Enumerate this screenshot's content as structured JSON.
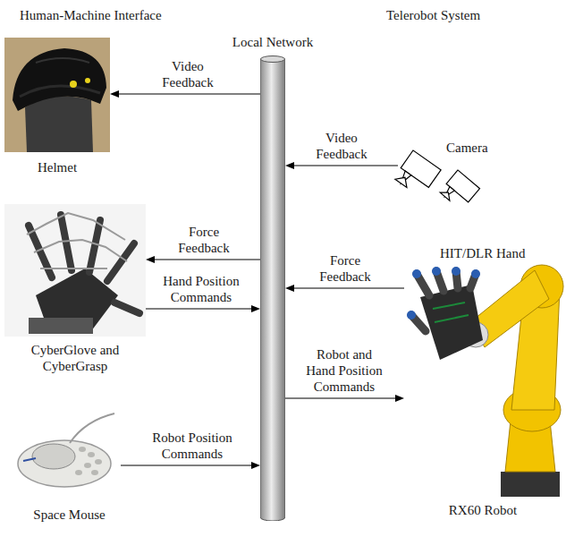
{
  "diagram": {
    "nodes": [
      {
        "text": [
          "Local Network"
        ]
      },
      {
        "text": [
          "Helmet"
        ]
      },
      {
        "text": [
          "CyberGlove and CyberGrasp"
        ]
      },
      {
        "text": [
          "Space Mouse"
        ]
      },
      {
        "text": [
          "Camera"
        ]
      },
      {
        "text": [
          "HIT/DLR Hand",
          "RX60 Robot"
        ]
      }
    ],
    "edges": [
      {
        "from": 0,
        "to": 1,
        "arrow": "to",
        "label": "Video Feedback"
      },
      {
        "from": 4,
        "to": 0,
        "arrow": "to",
        "label": "Video Feedback"
      },
      {
        "from": 0,
        "to": 2,
        "arrow": "to",
        "label": "Force Feedback"
      },
      {
        "from": 5,
        "to": 0,
        "arrow": "to",
        "label": "Force Feedback"
      },
      {
        "from": 2,
        "to": 0,
        "arrow": "to",
        "label": "Hand Position Commands"
      },
      {
        "from": 0,
        "to": 5,
        "arrow": "to",
        "label": "Robot and Hand Position Commands"
      },
      {
        "from": 3,
        "to": 0,
        "arrow": "to",
        "label": "Robot Position Commands"
      }
    ],
    "labels": [
      "Human-Machine Interface",
      "Telerobot System"
    ]
  }
}
